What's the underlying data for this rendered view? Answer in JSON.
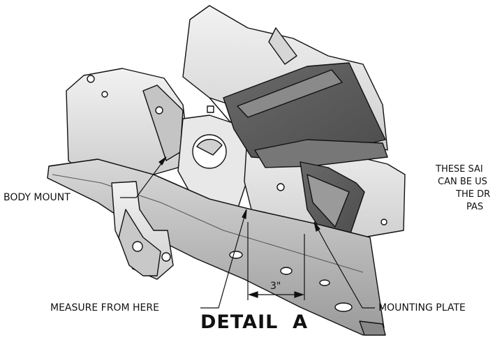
{
  "labels": {
    "body_mount": "BODY MOUNT",
    "measure_from_here": "MEASURE FROM HERE",
    "mounting_plate": "MOUNTING PLATE",
    "dimension": "3\"",
    "detail_title": "DETAIL  A"
  },
  "side_note_lines": [
    "THESE SAI",
    "CAN BE US",
    "THE DR",
    "PAS"
  ],
  "colors": {
    "line": "#111111",
    "frame_light": "#e4e4e4",
    "frame_mid": "#c9c9c9",
    "frame_shadow": "#a7a7a7",
    "plate_dark": "#5e5e5e",
    "plate_mid": "#7c7c7c"
  }
}
